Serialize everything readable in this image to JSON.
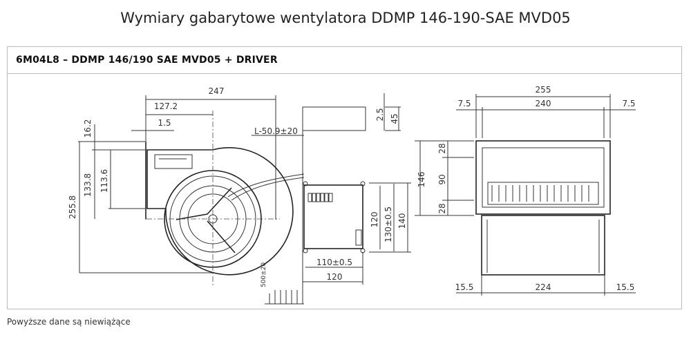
{
  "page": {
    "title": "Wymiary gabarytowe wentylatora DDMP 146-190-SAE MVD05",
    "model_heading": "6M04L8 – DDMP 146/190 SAE MVD05 + DRIVER",
    "note": "Powyższe dane są niewiążące"
  },
  "drawing": {
    "side_view": {
      "width_total": "247",
      "to_axis": "127.2",
      "flange": "1.5",
      "top_offset": "16.2",
      "axis_height": "133.8",
      "outlet_height": "113.6",
      "total_height": "255.8",
      "cable_offset": "L-50.9±20",
      "cable_length": "500±20"
    },
    "driver_view": {
      "gap": "2.5",
      "depth": "45",
      "mount_height": "120",
      "hole_spacing_v": "130±0.5",
      "box_height": "140",
      "hole_spacing_h": "110±0.5",
      "box_width": "120"
    },
    "front_view": {
      "width_total": "255",
      "margin_left": "7.5",
      "inner_width": "240",
      "margin_right": "7.5",
      "top_margin": "28",
      "height": "146",
      "inlet_height": "90",
      "bottom_margin": "28",
      "foot_left": "15.5",
      "foot_width": "224",
      "foot_right": "15.5"
    }
  }
}
